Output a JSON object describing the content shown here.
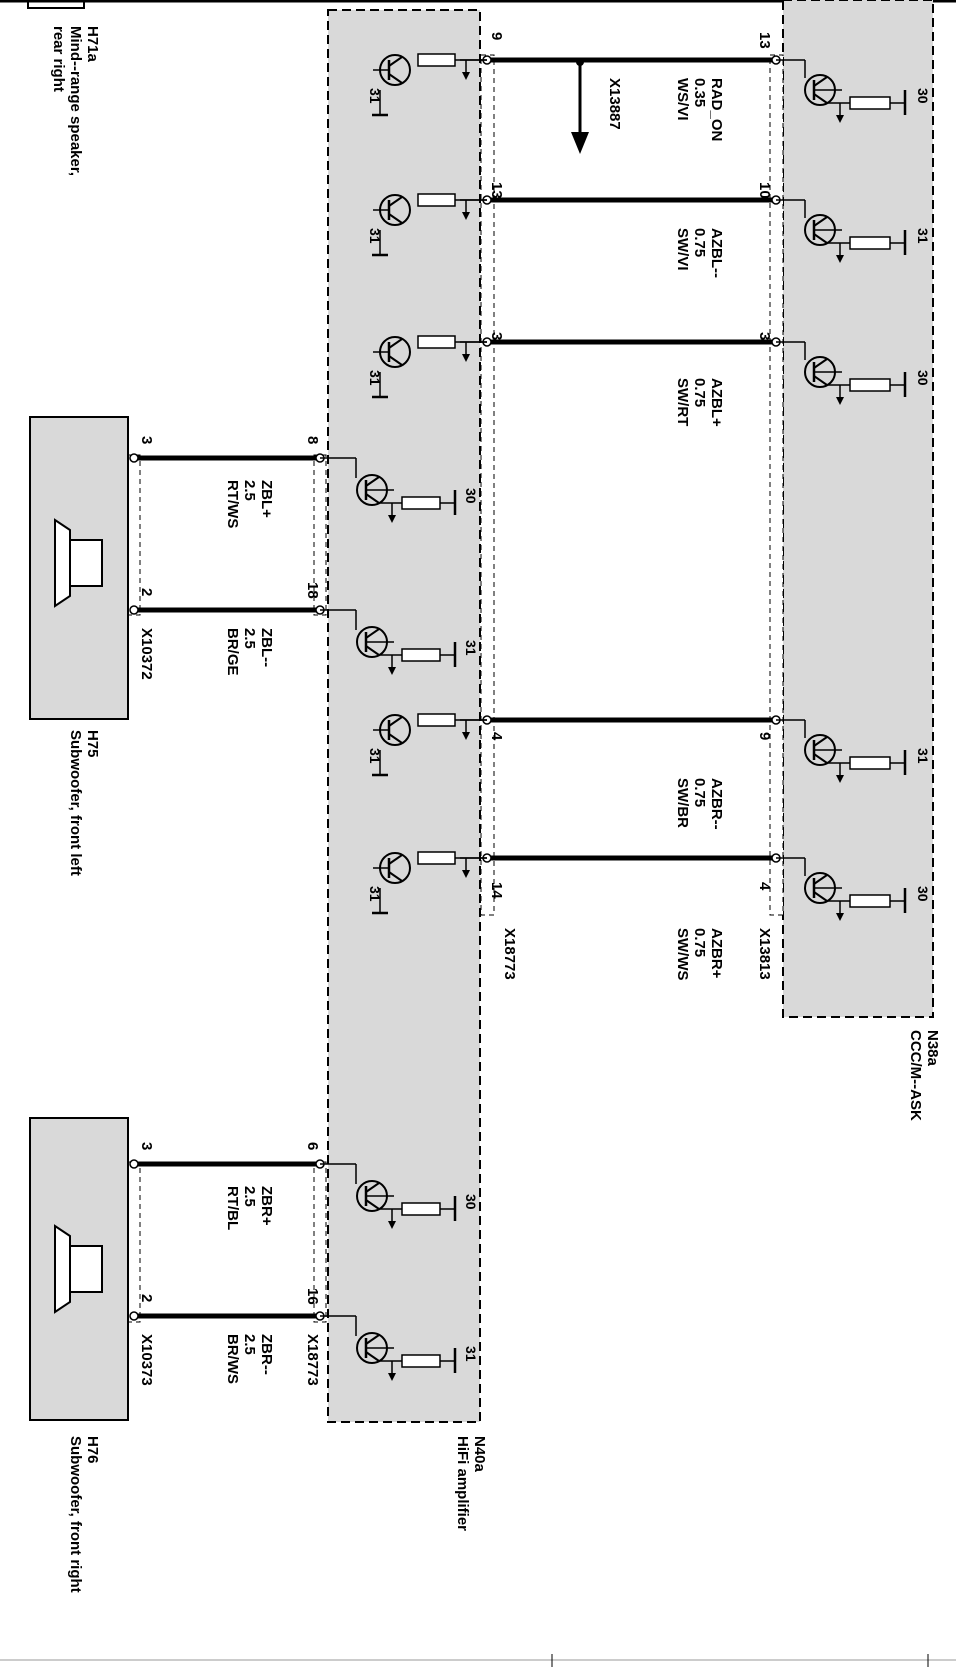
{
  "components": {
    "h71a": {
      "id": "H71a",
      "name_line1": "Mind--range speaker,",
      "name_line2": "rear right"
    },
    "n38a": {
      "id": "N38a",
      "name": "CCC/M--ASK"
    },
    "n40a": {
      "id": "N40a",
      "name": "HiFi amplifier"
    },
    "h75": {
      "id": "H75",
      "name": "Subwoofer, front left"
    },
    "h76": {
      "id": "H76",
      "name": "Subwoofer, front right"
    }
  },
  "connectors": {
    "x13887": "X13887",
    "x18773_upper": "X18773",
    "x13813": "X13813",
    "x10372": "X10372",
    "x10373": "X10373",
    "x18773_lower": "X18773"
  },
  "wires": [
    {
      "signal": "RAD_ON",
      "gauge": "0.35",
      "color": "WS/VI",
      "pin_left": "9",
      "pin_right": "13"
    },
    {
      "signal": "AZBL--",
      "gauge": "0.75",
      "color": "SW/VI",
      "pin_left": "13",
      "pin_right": "10"
    },
    {
      "signal": "AZBL+",
      "gauge": "0.75",
      "color": "SW/RT",
      "pin_left": "3",
      "pin_right": "3"
    },
    {
      "signal": "AZBR--",
      "gauge": "0.75",
      "color": "SW/BR",
      "pin_left": "4",
      "pin_right": "9"
    },
    {
      "signal": "AZBR+",
      "gauge": "0.75",
      "color": "SW/WS",
      "pin_left": "14",
      "pin_right": "4"
    }
  ],
  "speaker_wires": [
    {
      "signal": "ZBL+",
      "gauge": "2.5",
      "color": "RT/WS",
      "pin_speaker": "3",
      "pin_amp": "8"
    },
    {
      "signal": "ZBL--",
      "gauge": "2.5",
      "color": "BR/GE",
      "pin_speaker": "2",
      "pin_amp": "18"
    },
    {
      "signal": "ZBR+",
      "gauge": "2.5",
      "color": "RT/BL",
      "pin_speaker": "3",
      "pin_amp": "6"
    },
    {
      "signal": "ZBR--",
      "gauge": "2.5",
      "color": "BR/WS",
      "pin_speaker": "2",
      "pin_amp": "16"
    }
  ],
  "ground_labels": {
    "n38a": [
      "30",
      "31",
      "30",
      "31",
      "30"
    ],
    "n40a_bus": [
      "31",
      "31",
      "31",
      "31",
      "31"
    ],
    "n40a_spk": [
      "30",
      "31",
      "30",
      "31"
    ]
  },
  "colors": {
    "module_fill": "#d9d9d9",
    "line": "#000000"
  }
}
